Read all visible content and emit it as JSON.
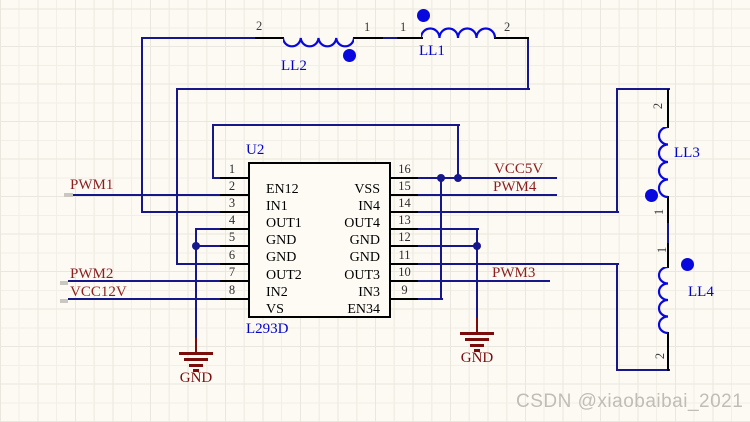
{
  "watermark": {
    "text": "CSDN @xiaobaibai_2021"
  },
  "ic": {
    "designator": "U2",
    "part_number": "L293D",
    "left_pins": [
      {
        "num": "1",
        "name": "EN12"
      },
      {
        "num": "2",
        "name": "IN1"
      },
      {
        "num": "3",
        "name": "OUT1"
      },
      {
        "num": "4",
        "name": "GND"
      },
      {
        "num": "5",
        "name": "GND"
      },
      {
        "num": "6",
        "name": "OUT2"
      },
      {
        "num": "7",
        "name": "IN2"
      },
      {
        "num": "8",
        "name": "VS"
      }
    ],
    "right_pins": [
      {
        "num": "16",
        "name": "VSS"
      },
      {
        "num": "15",
        "name": "IN4"
      },
      {
        "num": "14",
        "name": "OUT4"
      },
      {
        "num": "13",
        "name": "GND"
      },
      {
        "num": "12",
        "name": "GND"
      },
      {
        "num": "11",
        "name": "OUT3"
      },
      {
        "num": "10",
        "name": "IN3"
      },
      {
        "num": "9",
        "name": "EN34"
      }
    ]
  },
  "inductors": {
    "ll1": {
      "label": "LL1",
      "pin_left": "1",
      "pin_right": "2"
    },
    "ll2": {
      "label": "LL2",
      "pin_left": "2",
      "pin_right": "1"
    },
    "ll3": {
      "label": "LL3",
      "pin_top": "2",
      "pin_bottom": "1"
    },
    "ll4": {
      "label": "LL4",
      "pin_top": "1",
      "pin_bottom": "2"
    }
  },
  "net_labels": {
    "pwm1": "PWM1",
    "pwm2": "PWM2",
    "pwm3": "PWM3",
    "pwm4": "PWM4",
    "vcc5v": "VCC5V",
    "vcc12v": "VCC12V"
  },
  "power_ports": {
    "gnd_left": "GND",
    "gnd_right": "GND"
  },
  "colors": {
    "wire": "#17178C",
    "pin": "#000000",
    "coil": "#0707DE",
    "designator": "#0202CC",
    "net_label": "#8B1E1E",
    "power": "#7A0C0C",
    "background": "#FCFAF3",
    "watermark": "#C0BDB6"
  }
}
